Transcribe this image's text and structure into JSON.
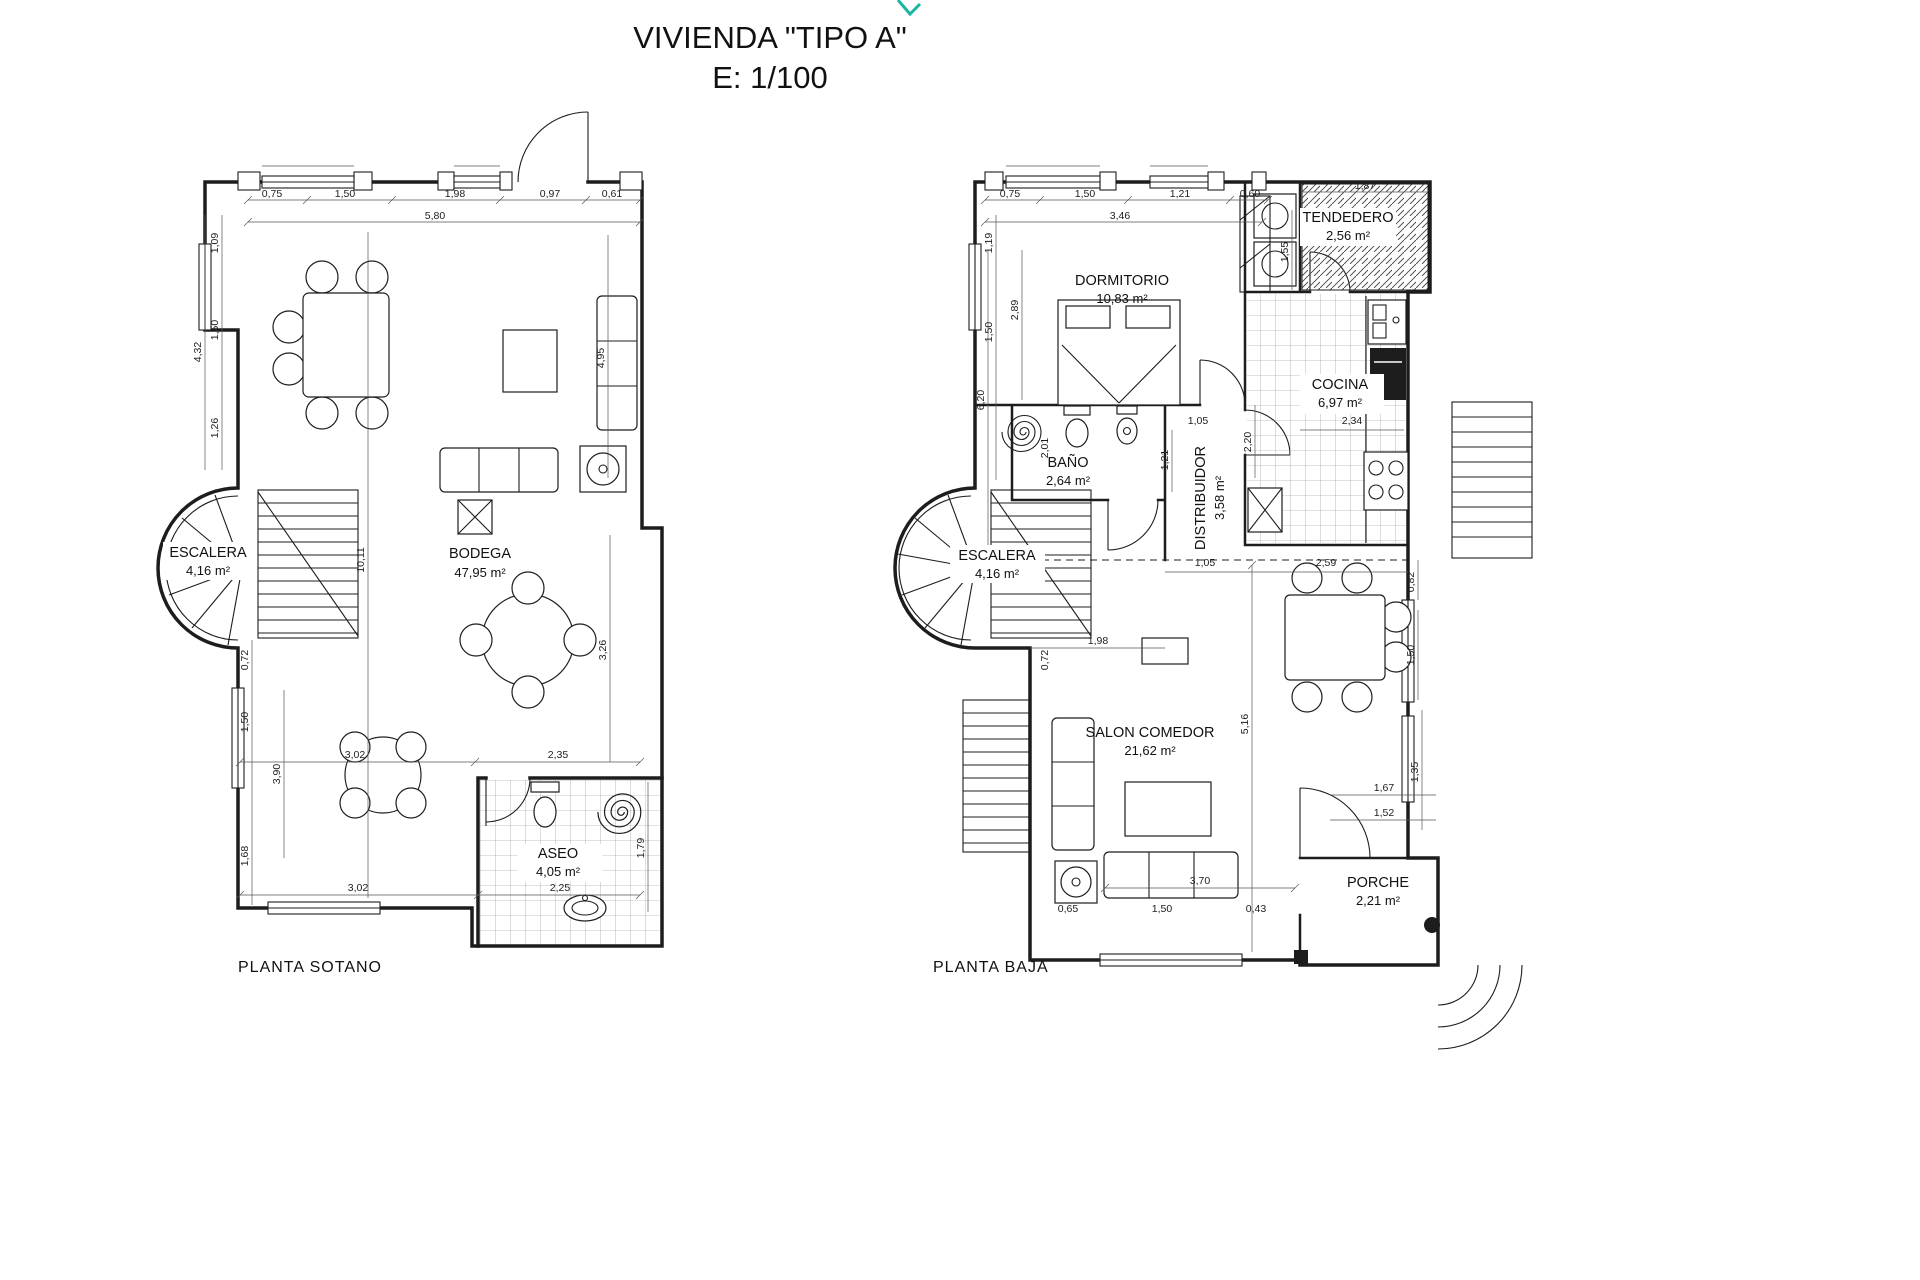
{
  "title": {
    "line1": "VIVIENDA \"TIPO A\"",
    "line2": "E: 1/100"
  },
  "colors": {
    "line": "#1d1d1d",
    "accent": "#19b79f"
  },
  "plans": {
    "sotano": {
      "label": "PLANTA SOTANO",
      "rooms": [
        {
          "name": "ESCALERA",
          "area": "4,16 m²"
        },
        {
          "name": "BODEGA",
          "area": "47,95 m²"
        },
        {
          "name": "ASEO",
          "area": "4,05 m²"
        }
      ],
      "dims": [
        "0,75",
        "1,50",
        "1,98",
        "0,97",
        "0,61",
        "5,80",
        "1,09",
        "1,50",
        "4,32",
        "1,26",
        "10,11",
        "4,95",
        "3,26",
        "0,72",
        "1,50",
        "3,90",
        "1,68",
        "3,02",
        "2,35",
        "1,79",
        "3,02",
        "2,25"
      ]
    },
    "baja": {
      "label": "PLANTA BAJA",
      "rooms": [
        {
          "name": "DORMITORIO",
          "area": "10,83 m²"
        },
        {
          "name": "TENDEDERO",
          "area": "2,56 m²"
        },
        {
          "name": "COCINA",
          "area": "6,97 m²"
        },
        {
          "name": "BAÑO",
          "area": "2,64 m²"
        },
        {
          "name": "DISTRIBUIDOR",
          "area": "3,58 m²"
        },
        {
          "name": "ESCALERA",
          "area": "4,16 m²"
        },
        {
          "name": "SALON COMEDOR",
          "area": "21,62 m²"
        },
        {
          "name": "PORCHE",
          "area": "2,21 m²"
        }
      ],
      "dims": [
        "0,75",
        "1,50",
        "1,21",
        "0,60",
        "3,46",
        "1,87",
        "1,19",
        "2,89",
        "1,50",
        "1,55",
        "6,20",
        "2,01",
        "1,05",
        "2,34",
        "2,20",
        "1,21",
        "1,05",
        "2,59",
        "0,82",
        "1,98",
        "0,72",
        "5,16",
        "1,50",
        "1,35",
        "1,67",
        "1,52",
        "3,70",
        "1,50",
        "0,43",
        "0,65"
      ]
    }
  }
}
